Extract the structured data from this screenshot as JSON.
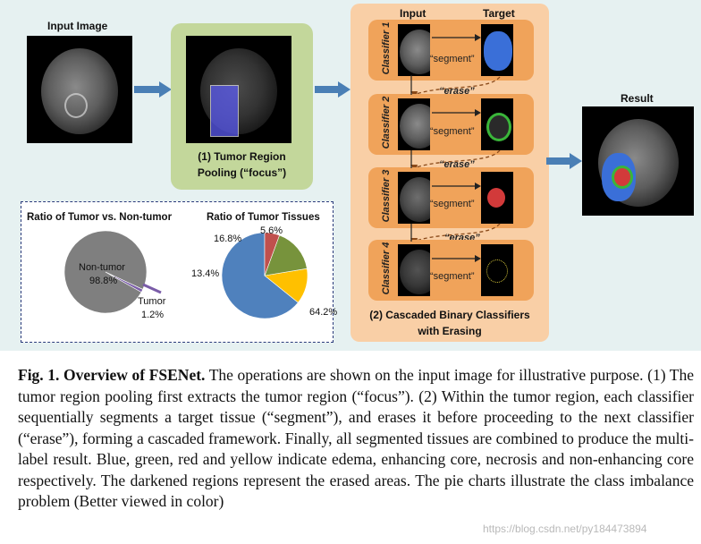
{
  "figure": {
    "input_image_label": "Input Image",
    "focus_caption_line1": "(1) Tumor Region",
    "focus_caption_line2": "Pooling (“focus”)",
    "cascade": {
      "header_input": "Input",
      "header_target": "Target",
      "classifiers": [
        {
          "name": "Classifier 1",
          "action": "“segment”"
        },
        {
          "name": "Classifier 2",
          "action": "“segment”"
        },
        {
          "name": "Classifier 3",
          "action": "“segment”"
        },
        {
          "name": "Classifier 4",
          "action": "“segment”"
        }
      ],
      "erase_label": "“erase”",
      "caption_line1": "(2) Cascaded Binary Classifiers",
      "caption_line2": "with Erasing"
    },
    "result_label": "Result",
    "colors": {
      "edema": "#3a6fd8",
      "enhancing_core": "#3ab53a",
      "necrosis": "#d23a3a",
      "non_enhancing_core": "#d8c83a",
      "focus_panel": "#c3d79b",
      "cascade_panel": "#f9cfa6",
      "classifier_box": "#f0a35a",
      "arrow": "#4a7fb5"
    }
  },
  "chart_data": [
    {
      "type": "pie",
      "title": "Ratio of Tumor vs. Non-tumor",
      "labels": [
        "Non-tumor",
        "Tumor"
      ],
      "values": [
        98.8,
        1.2
      ],
      "value_labels": [
        "98.8%",
        "1.2%"
      ],
      "colors": [
        "#7f7f7f",
        "#7a5ca8"
      ]
    },
    {
      "type": "pie",
      "title": "Ratio of Tumor Tissues",
      "values": [
        64.2,
        13.4,
        16.8,
        5.6
      ],
      "value_labels": [
        "64.2%",
        "13.4%",
        "16.8%",
        "5.6%"
      ],
      "colors": [
        "#4f81bd",
        "#ffc000",
        "#77933c",
        "#c0504d"
      ]
    }
  ],
  "caption": {
    "fig_label": "Fig. 1.",
    "fig_title": "Overview of FSENet.",
    "text": "The operations are shown on the input image for illustrative purpose. (1) The tumor region pooling first extracts the tumor region (“focus”). (2) Within the tumor region, each classifier sequentially segments a target tissue (“segment”), and erases it before proceeding to the next classifier (“erase”), forming a cascaded framework. Finally, all segmented tissues are combined to produce the multi-label result. Blue, green, red and yellow indicate edema, enhancing core, necrosis and non-enhancing core respectively. The darkened regions represent the erased areas. The pie charts illustrate the class imbalance problem (Better viewed in color)"
  },
  "watermark": "https://blog.csdn.net/py184473894"
}
